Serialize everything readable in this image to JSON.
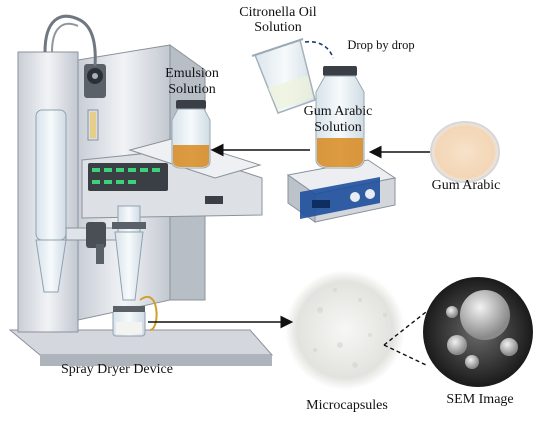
{
  "labels": {
    "citronella_line1": "Citronella Oil",
    "citronella_line2": "Solution",
    "drop_by_drop": "Drop by drop",
    "emulsion_line1": "Emulsion",
    "emulsion_line2": "Solution",
    "gum_solution_line1": "Gum Arabic",
    "gum_solution_line2": "Solution",
    "gum_arabic": "Gum Arabic",
    "spray_dryer": "Spray Dryer Device",
    "microcapsules": "Microcapsules",
    "sem_image": "SEM Image"
  },
  "colors": {
    "arrow": "#111111",
    "dashed_line": "#1f3b73",
    "solution_amber": "#d88a1f",
    "device_body": "#e9ecf0",
    "stirrer_blue": "#1e4f9c"
  }
}
